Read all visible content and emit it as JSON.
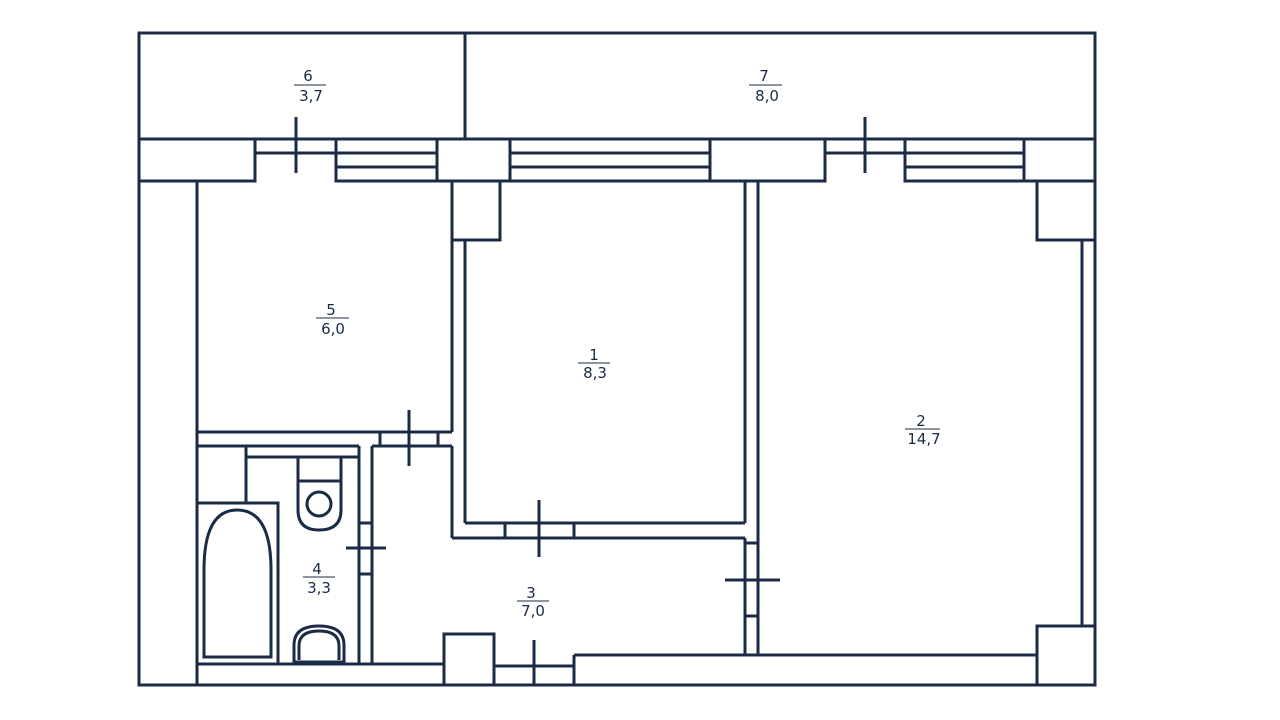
{
  "plan": {
    "line_color": "#1b2b45",
    "rooms": [
      {
        "number": "1",
        "area": "8,3"
      },
      {
        "number": "2",
        "area": "14,7"
      },
      {
        "number": "3",
        "area": "7,0"
      },
      {
        "number": "4",
        "area": "3,3"
      },
      {
        "number": "5",
        "area": "6,0"
      },
      {
        "number": "6",
        "area": "3,7"
      },
      {
        "number": "7",
        "area": "8,0"
      }
    ]
  }
}
